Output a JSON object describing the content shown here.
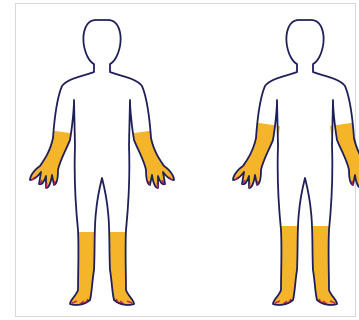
{
  "figure": {
    "views": [
      {
        "id": "front",
        "highlighted_regions": [
          "left-forearm-hand",
          "right-forearm-hand",
          "left-lower-leg-foot",
          "right-lower-leg-foot"
        ]
      },
      {
        "id": "back",
        "highlighted_regions": [
          "left-forearm-hand",
          "right-forearm-hand",
          "left-lower-leg-foot",
          "right-lower-leg-foot"
        ]
      }
    ],
    "colors": {
      "highlight_fill": "#f5b52b",
      "outline": "#1f1f5a",
      "accent_marks": "#c2185b",
      "frame": "#d9d9d9",
      "background": "#ffffff"
    }
  }
}
